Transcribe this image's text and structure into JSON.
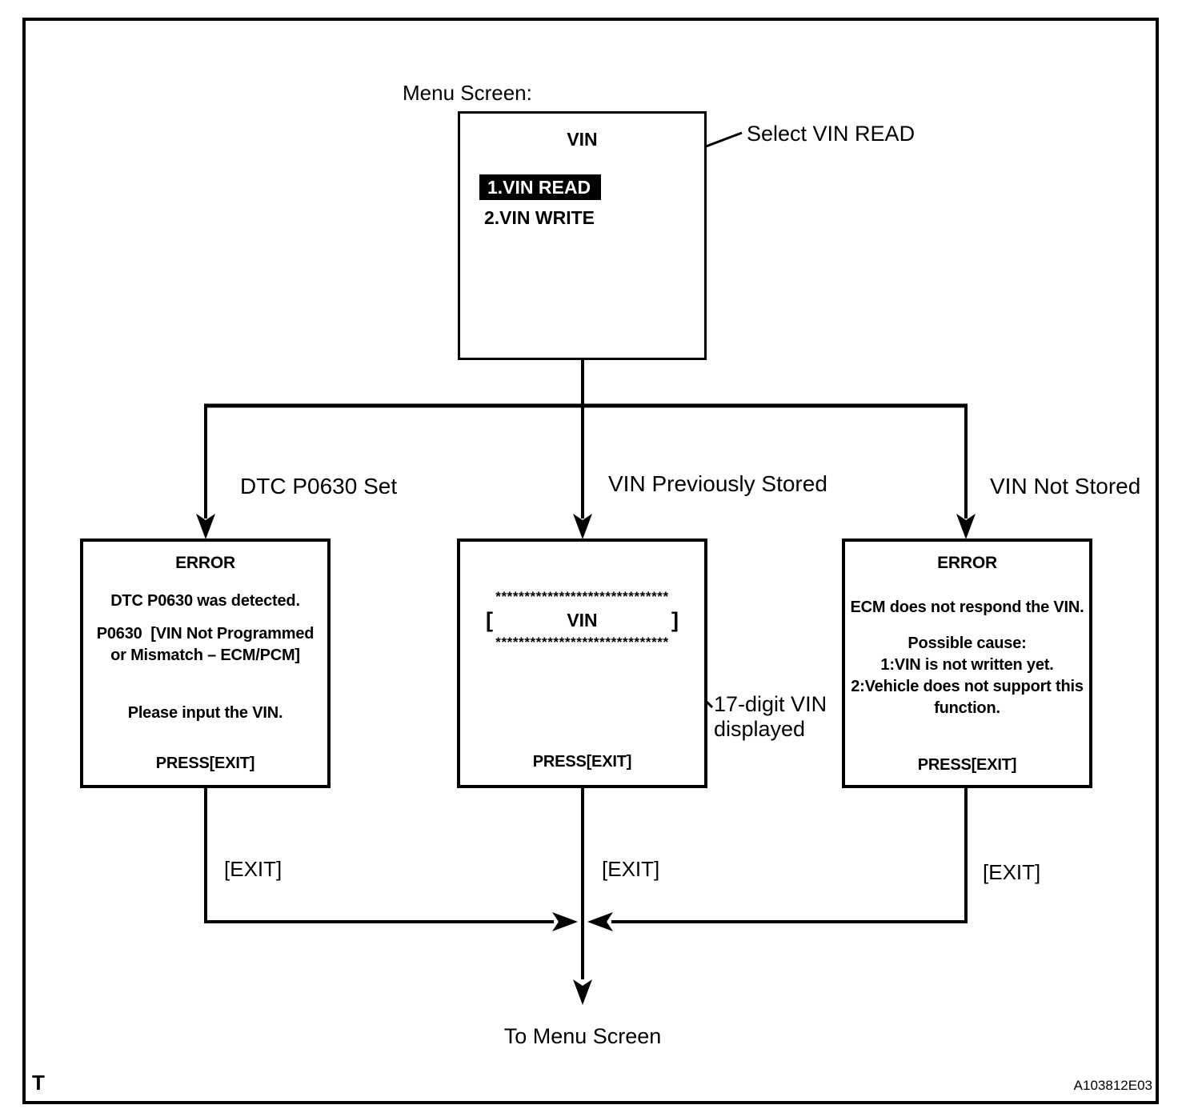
{
  "diagram": {
    "menu_caption": "Menu Screen:",
    "select_annotation": "Select VIN READ",
    "to_menu": "To Menu Screen",
    "footer_left": "T",
    "footer_right": "A103812E03"
  },
  "menu_screen": {
    "title": "VIN",
    "item_selected": "1.VIN READ",
    "item_2": "2.VIN WRITE"
  },
  "branch_labels": {
    "left": "DTC P0630 Set",
    "middle": "VIN Previously Stored",
    "right": "VIN Not Stored"
  },
  "dtc_error_screen": {
    "title": "ERROR",
    "lines": [
      "DTC P0630 was detected.",
      "P0630  [VIN Not Programmed",
      "or Mismatch – ECM/PCM]",
      "Please input the VIN."
    ],
    "press": "PRESS[EXIT]"
  },
  "vin_display_screen": {
    "stars_top": "******************************",
    "bracket_open": "[",
    "vin_label": "VIN",
    "bracket_close": "]",
    "stars_bottom": "******************************",
    "press": "PRESS[EXIT]"
  },
  "vin_annotation": {
    "line1": "17-digit VIN",
    "line2": "displayed"
  },
  "ecm_error_screen": {
    "title": "ERROR",
    "lines": [
      "ECM does not respond the VIN.",
      "Possible cause:",
      "1:VIN is not written yet.",
      "2:Vehicle does not support this",
      "function."
    ],
    "press": "PRESS[EXIT]"
  },
  "exit_labels": {
    "left": "[EXIT]",
    "middle": "[EXIT]",
    "right": "[EXIT]"
  }
}
